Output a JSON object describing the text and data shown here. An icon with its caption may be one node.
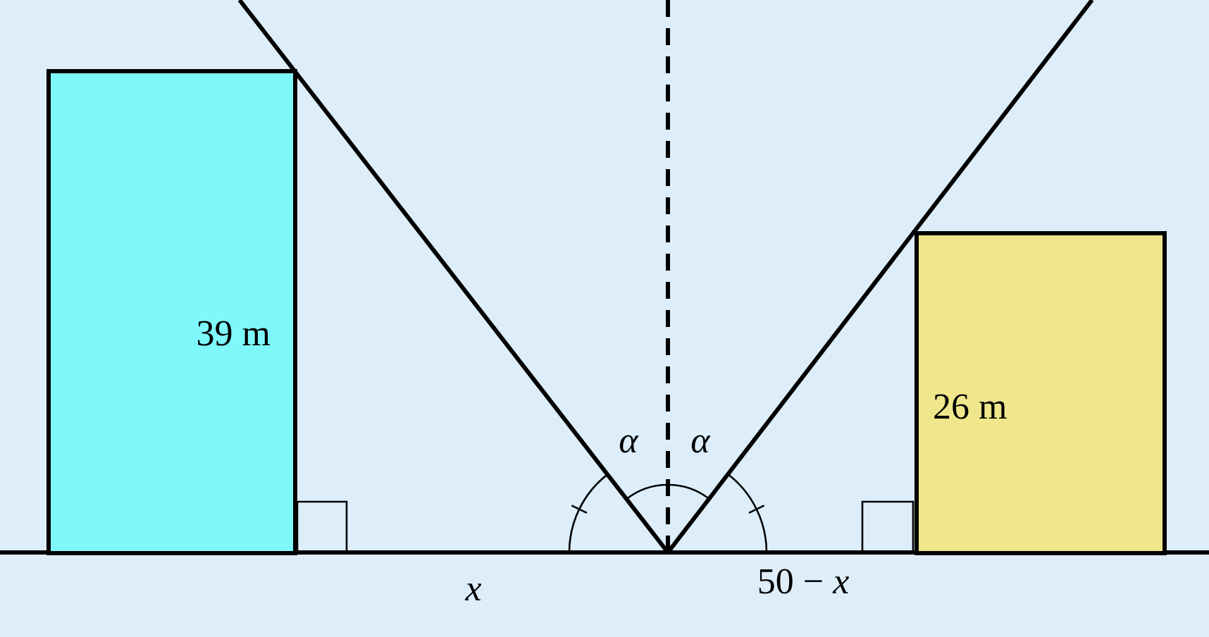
{
  "diagram": {
    "nodes": [
      {
        "text": [
          "39 m"
        ]
      },
      {
        "text": [
          "26 m"
        ]
      }
    ],
    "labels": [
      "α",
      "α",
      "x",
      "50 − *x*"
    ]
  }
}
